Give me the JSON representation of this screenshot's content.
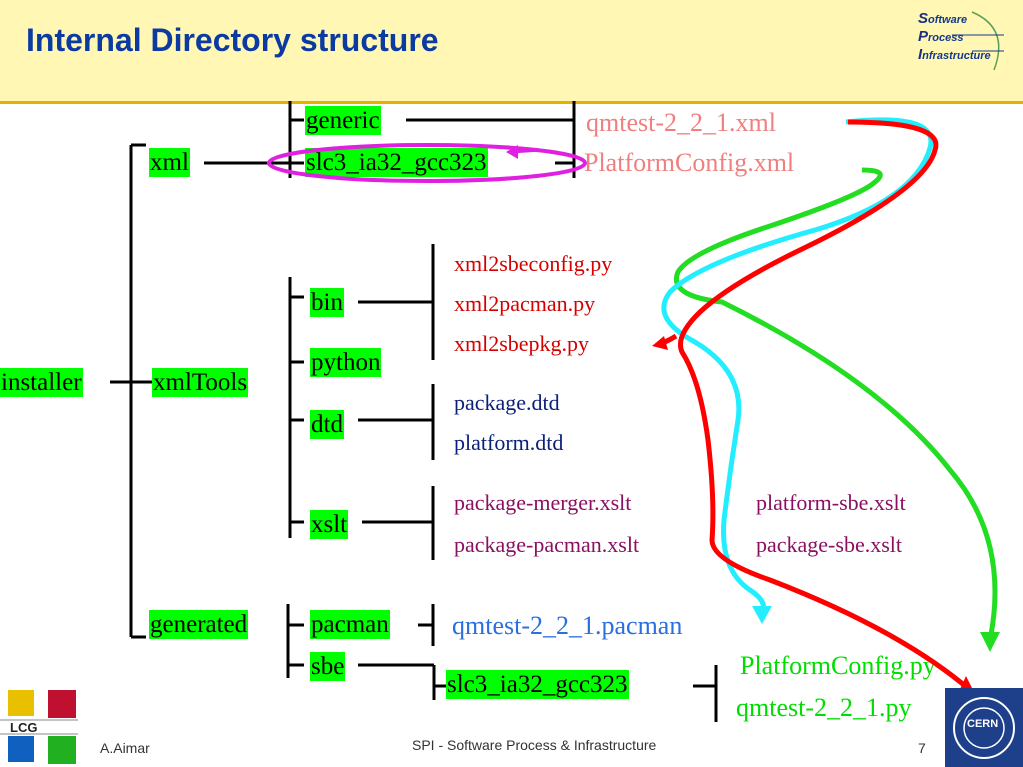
{
  "header": {
    "title": "Internal Directory structure"
  },
  "logo": {
    "line1_initial": "S",
    "line1_rest": "oftware",
    "line2_initial": "P",
    "line2_rest": "rocess",
    "line3_initial": "I",
    "line3_rest": "nfrastructure"
  },
  "tree": {
    "installer": "installer",
    "xml": "xml",
    "generic": "generic",
    "slc3_xml": "slc3_ia32_gcc323",
    "xmlTools": "xmlTools",
    "bin": "bin",
    "python": "python",
    "dtd": "dtd",
    "xslt": "xslt",
    "generated": "generated",
    "pacman": "pacman",
    "sbe": "sbe",
    "slc3_sbe": "slc3_ia32_gcc323"
  },
  "files": {
    "qmtest_xml": "qmtest-2_2_1.xml",
    "platformconfig_xml": "PlatformConfig.xml",
    "xml2sbeconfig": "xml2sbeconfig.py",
    "xml2pacman": "xml2pacman.py",
    "xml2sbepkg": "xml2sbepkg.py",
    "package_dtd": "package.dtd",
    "platform_dtd": "platform.dtd",
    "package_merger": "package-merger.xslt",
    "package_pacman": "package-pacman.xslt",
    "platform_sbe": "platform-sbe.xslt",
    "package_sbe": "package-sbe.xslt",
    "qmtest_pacman": "qmtest-2_2_1.pacman",
    "platformconfig_py": "PlatformConfig.py",
    "qmtest_py": "qmtest-2_2_1.py"
  },
  "colors": {
    "node_bg": "#00ff00",
    "title": "#0b3aa3",
    "arrow_red": "#ff0000",
    "arrow_cyan": "#22eeff",
    "arrow_green": "#22dd22",
    "highlight_ellipse": "#e020e0"
  },
  "footer": {
    "author": "A.Aimar",
    "center": "SPI - Software Process & Infrastructure",
    "page": "7"
  },
  "lcg": {
    "text": "LCG"
  },
  "cern": {
    "text": "CERN"
  }
}
